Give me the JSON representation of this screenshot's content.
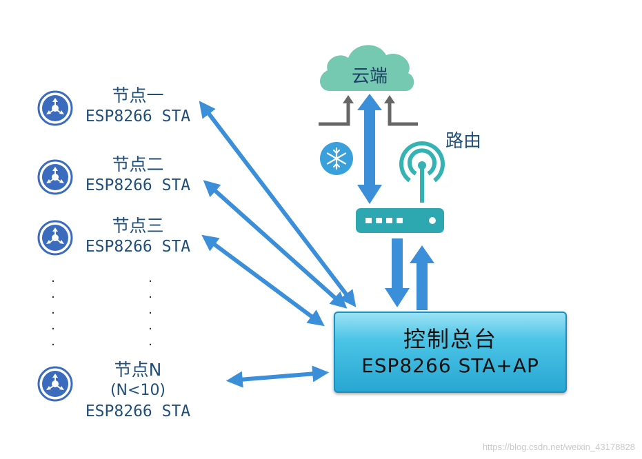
{
  "nodes": [
    {
      "name": "节点一",
      "model": "ESP8266 STA"
    },
    {
      "name": "节点二",
      "model": "ESP8266 STA"
    },
    {
      "name": "节点三",
      "model": "ESP8266 STA"
    },
    {
      "name": "节点N",
      "sub": "(N<10)",
      "model": "ESP8266 STA"
    }
  ],
  "cloud": {
    "label": "云端"
  },
  "router": {
    "label": "路由"
  },
  "control": {
    "title": "控制总台",
    "model": "ESP8266 STA+AP"
  },
  "watermark": "https://blog.csdn.net/weixin_43178828",
  "colors": {
    "arrow": "#3b8fd9",
    "router_body": "#2ea8b0",
    "cloud": "#76c9b1",
    "node_icon": "#3b6bbd",
    "grey_arrow": "#666666"
  },
  "icons": [
    "network-node-icon",
    "cloud-icon",
    "router-icon",
    "wifi-antenna-icon",
    "snowflake-icon"
  ]
}
